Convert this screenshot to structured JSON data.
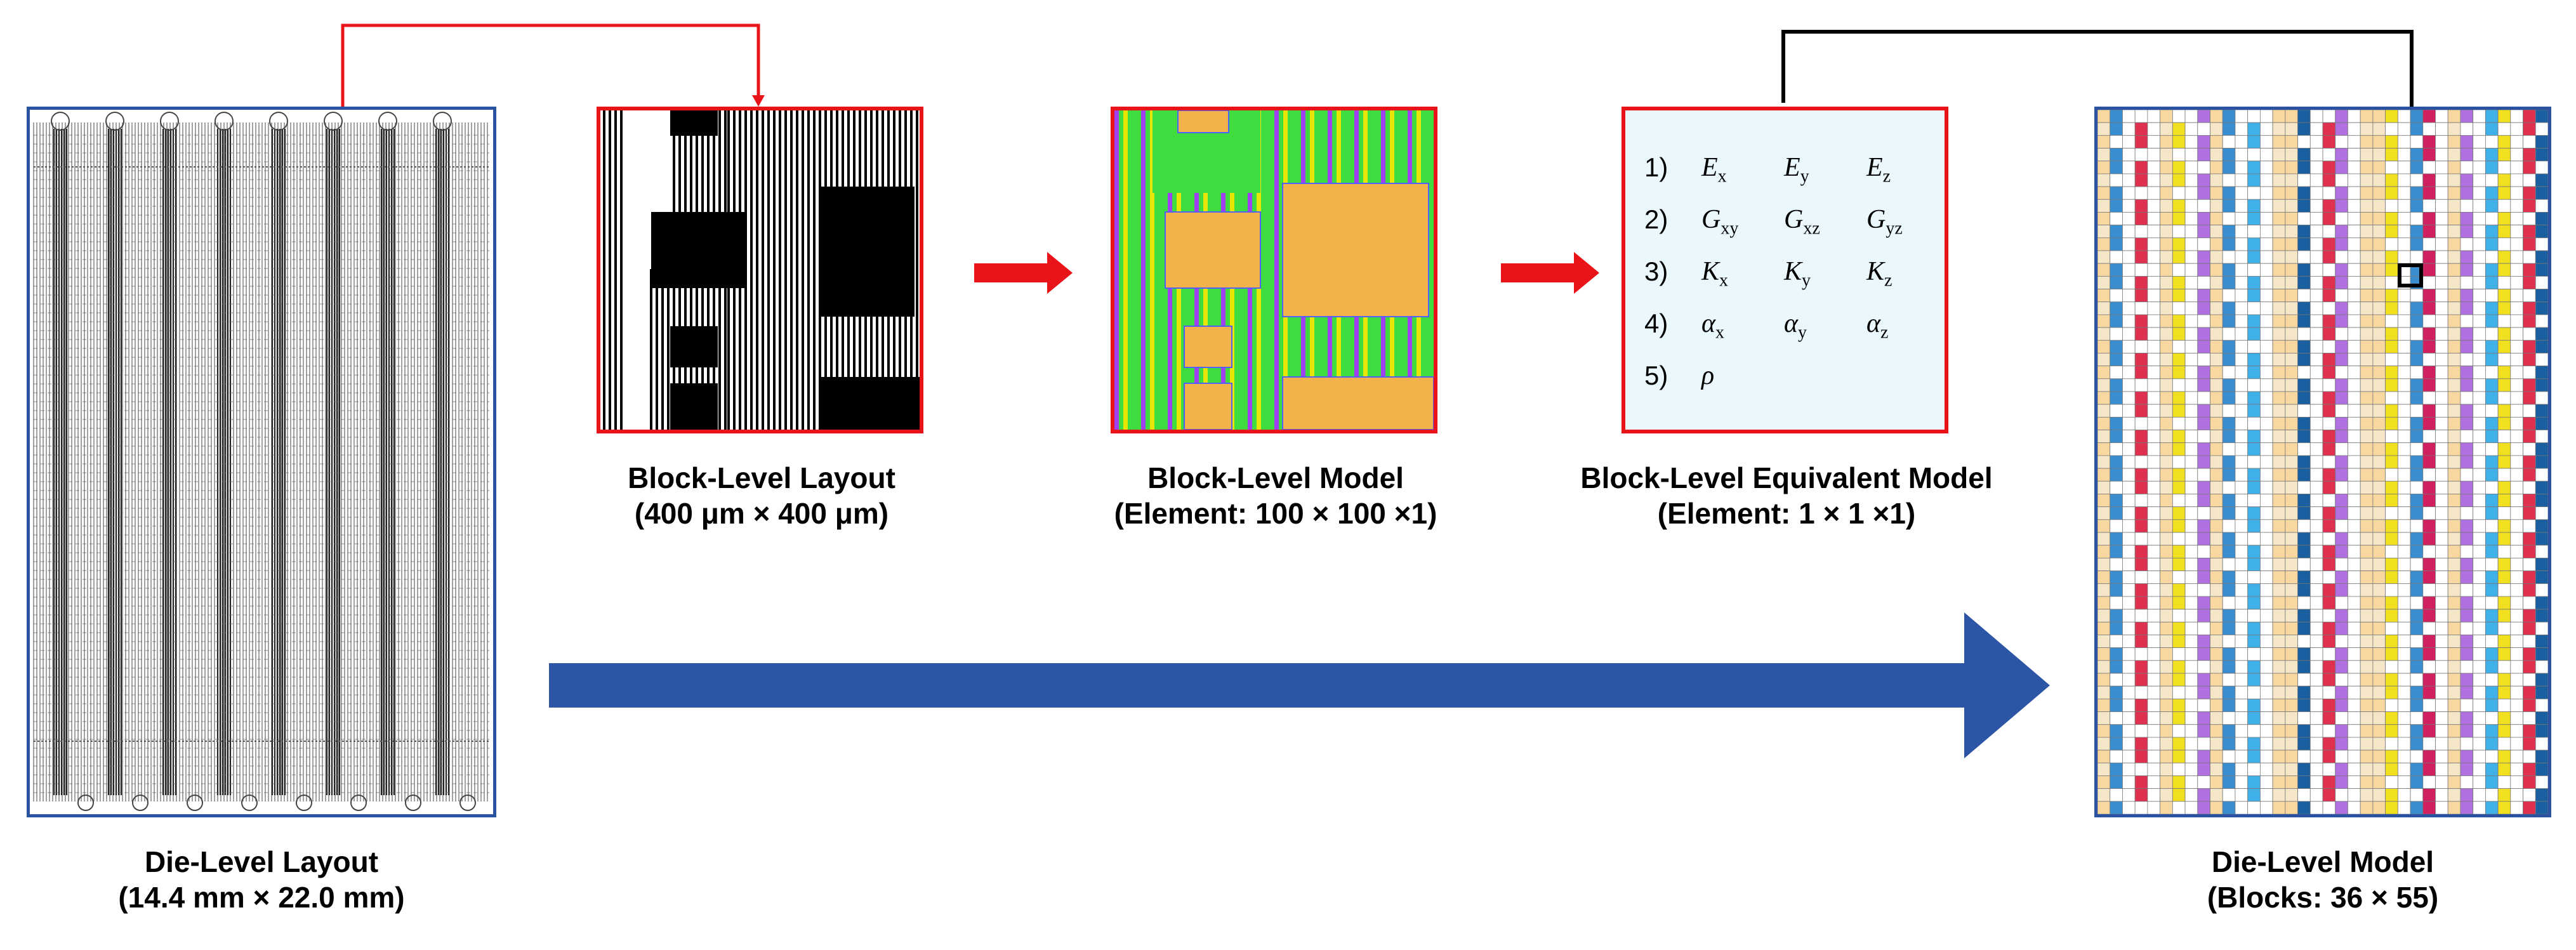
{
  "captions": {
    "die_layout": [
      "Die-Level Layout",
      "(14.4 mm × 22.0 mm)"
    ],
    "block_layout": [
      "Block-Level Layout",
      "(400 μm × 400 μm)"
    ],
    "block_model": [
      "Block-Level Model",
      "(Element: 100 × 100 ×1)"
    ],
    "equiv_model": [
      "Block-Level Equivalent Model",
      "(Element: 1 × 1 ×1)"
    ],
    "die_model": [
      "Die-Level Model",
      "(Blocks: 36 × 55)"
    ]
  },
  "properties": [
    {
      "num": "1)",
      "symbols": [
        {
          "base": "E",
          "sub": "x"
        },
        {
          "base": "E",
          "sub": "y"
        },
        {
          "base": "E",
          "sub": "z"
        }
      ]
    },
    {
      "num": "2)",
      "symbols": [
        {
          "base": "G",
          "sub": "xy"
        },
        {
          "base": "G",
          "sub": "xz"
        },
        {
          "base": "G",
          "sub": "yz"
        }
      ]
    },
    {
      "num": "3)",
      "symbols": [
        {
          "base": "K",
          "sub": "x"
        },
        {
          "base": "K",
          "sub": "y"
        },
        {
          "base": "K",
          "sub": "z"
        }
      ]
    },
    {
      "num": "4)",
      "symbols": [
        {
          "base": "α",
          "sub": "x"
        },
        {
          "base": "α",
          "sub": "y"
        },
        {
          "base": "α",
          "sub": "z"
        }
      ]
    },
    {
      "num": "5)",
      "symbols": [
        {
          "base": "ρ",
          "sub": ""
        }
      ]
    }
  ],
  "die_model_grid": {
    "columns": 36,
    "rows": 55
  },
  "colors": {
    "border_blue": "#2a52a0",
    "highlight_red": "#e8141a",
    "arrow_blue": "#2d55a5",
    "model_green": "#3fdc3f",
    "model_orange": "#f3b24a",
    "model_purple": "#a040f0",
    "model_yellow": "#e6e600",
    "equiv_bg": "#eaf8fd"
  }
}
